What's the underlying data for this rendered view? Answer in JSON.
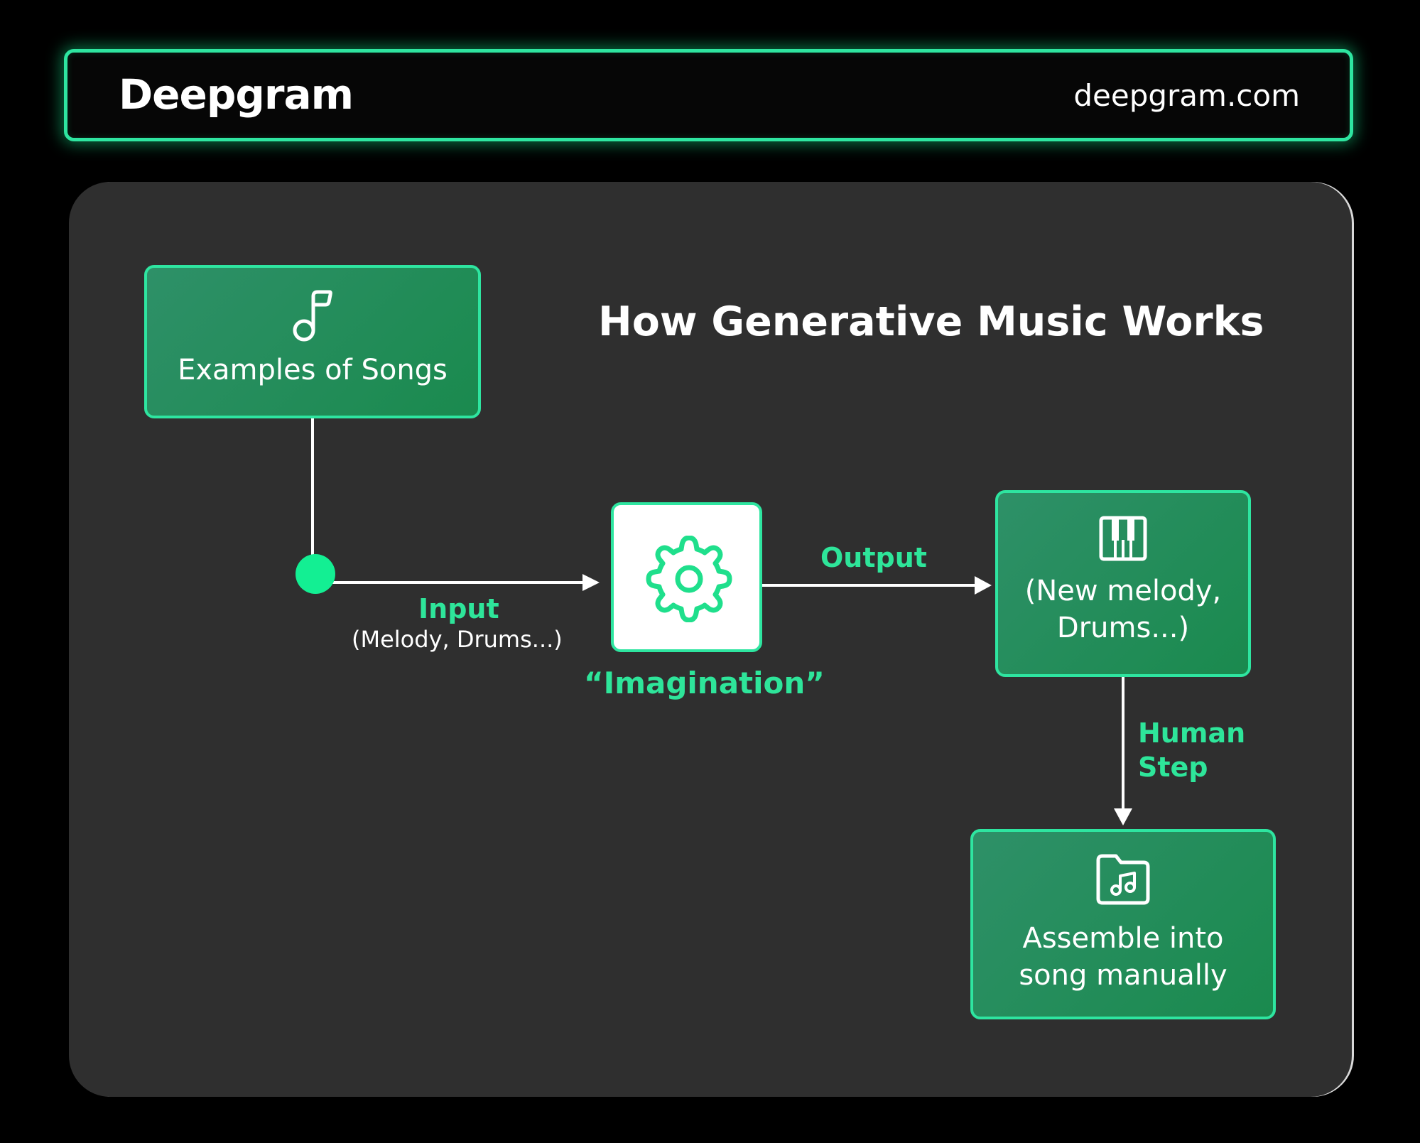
{
  "header": {
    "brand": "Deepgram",
    "site": "deepgram.com"
  },
  "diagram": {
    "title": "How Generative Music Works",
    "nodes": {
      "examples": {
        "label": "Examples of Songs",
        "icon": "music-note-icon"
      },
      "imagination": {
        "icon": "gear-icon",
        "caption": "“Imagination”"
      },
      "output": {
        "label_line1": "(New melody,",
        "label_line2": "Drums...)",
        "icon": "piano-keys-icon"
      },
      "assemble": {
        "label_line1": "Assemble into",
        "label_line2": "song manually",
        "icon": "music-folder-icon"
      }
    },
    "edges": {
      "input": {
        "label": "Input",
        "sublabel": "(Melody, Drums...)"
      },
      "output": {
        "label": "Output"
      },
      "human_step": {
        "label_line1": "Human",
        "label_line2": "Step"
      }
    },
    "colors": {
      "accent": "#2ee5a0",
      "node_fill": "#1f8c57",
      "panel": "#2f2f2f",
      "background": "#000000"
    }
  }
}
